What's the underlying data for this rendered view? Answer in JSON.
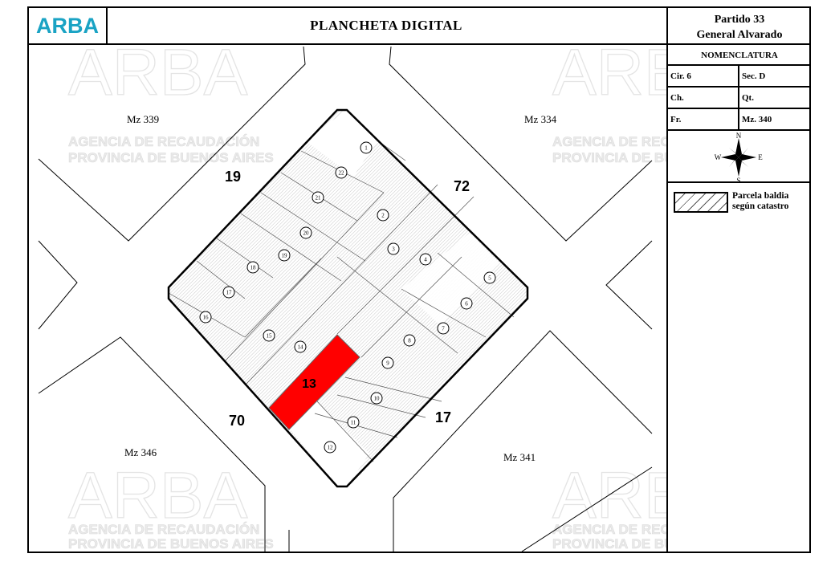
{
  "header": {
    "logo": "ARBA",
    "title": "PLANCHETA DIGITAL"
  },
  "panel": {
    "partido": "Partido 33",
    "partido_name": "General Alvarado",
    "nomenclatura": "NOMENCLATURA",
    "cir": "Cir.   6",
    "sec": "Sec.   D",
    "ch": "Ch.",
    "qt": "Qt.",
    "fr": "Fr.",
    "mz": "Mz.    340",
    "compass": {
      "n": "N",
      "s": "S",
      "e": "E",
      "w": "W"
    },
    "legend_line1": "Parcela baldia",
    "legend_line2": "según catastro"
  },
  "map": {
    "manzanas": {
      "nw": "Mz 339",
      "ne": "Mz 334",
      "sw": "Mz 346",
      "se": "Mz 341"
    },
    "streets": {
      "nw": "19",
      "ne": "72",
      "sw": "70",
      "se": "17"
    },
    "selected_parcel": "13",
    "selected_color": "#ff0000",
    "parcels": [
      "1",
      "22",
      "21",
      "20",
      "19",
      "18",
      "17",
      "16",
      "15",
      "14",
      "2",
      "3",
      "4",
      "5",
      "6",
      "7",
      "8",
      "9",
      "10",
      "11",
      "12"
    ]
  },
  "watermark": {
    "big": "ARBA",
    "line1": "AGENCIA DE RECAUDACIÓN",
    "line2": "PROVINCIA DE BUENOS AIRES"
  }
}
